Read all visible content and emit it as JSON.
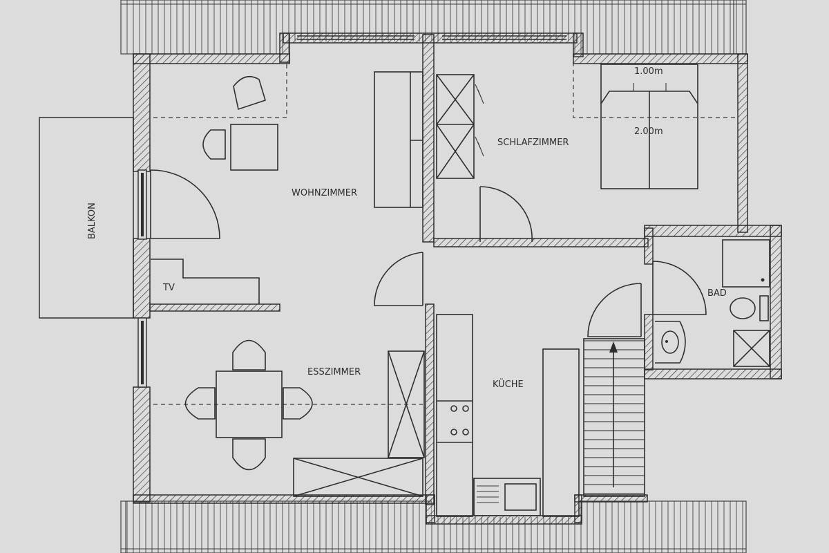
{
  "rooms": {
    "wohnzimmer": "WOHNZIMMER",
    "schlafzimmer": "SCHLAFZIMMER",
    "esszimmer": "ESSZIMMER",
    "kueche": "KÜCHE",
    "bad": "BAD",
    "balkon": "BALKON",
    "tv": "TV"
  },
  "dimensions": {
    "bed_width": "1.00m",
    "bed_length": "2.00m"
  },
  "colors": {
    "paper": "#dcdcdc",
    "ink": "#2e2e2e"
  }
}
